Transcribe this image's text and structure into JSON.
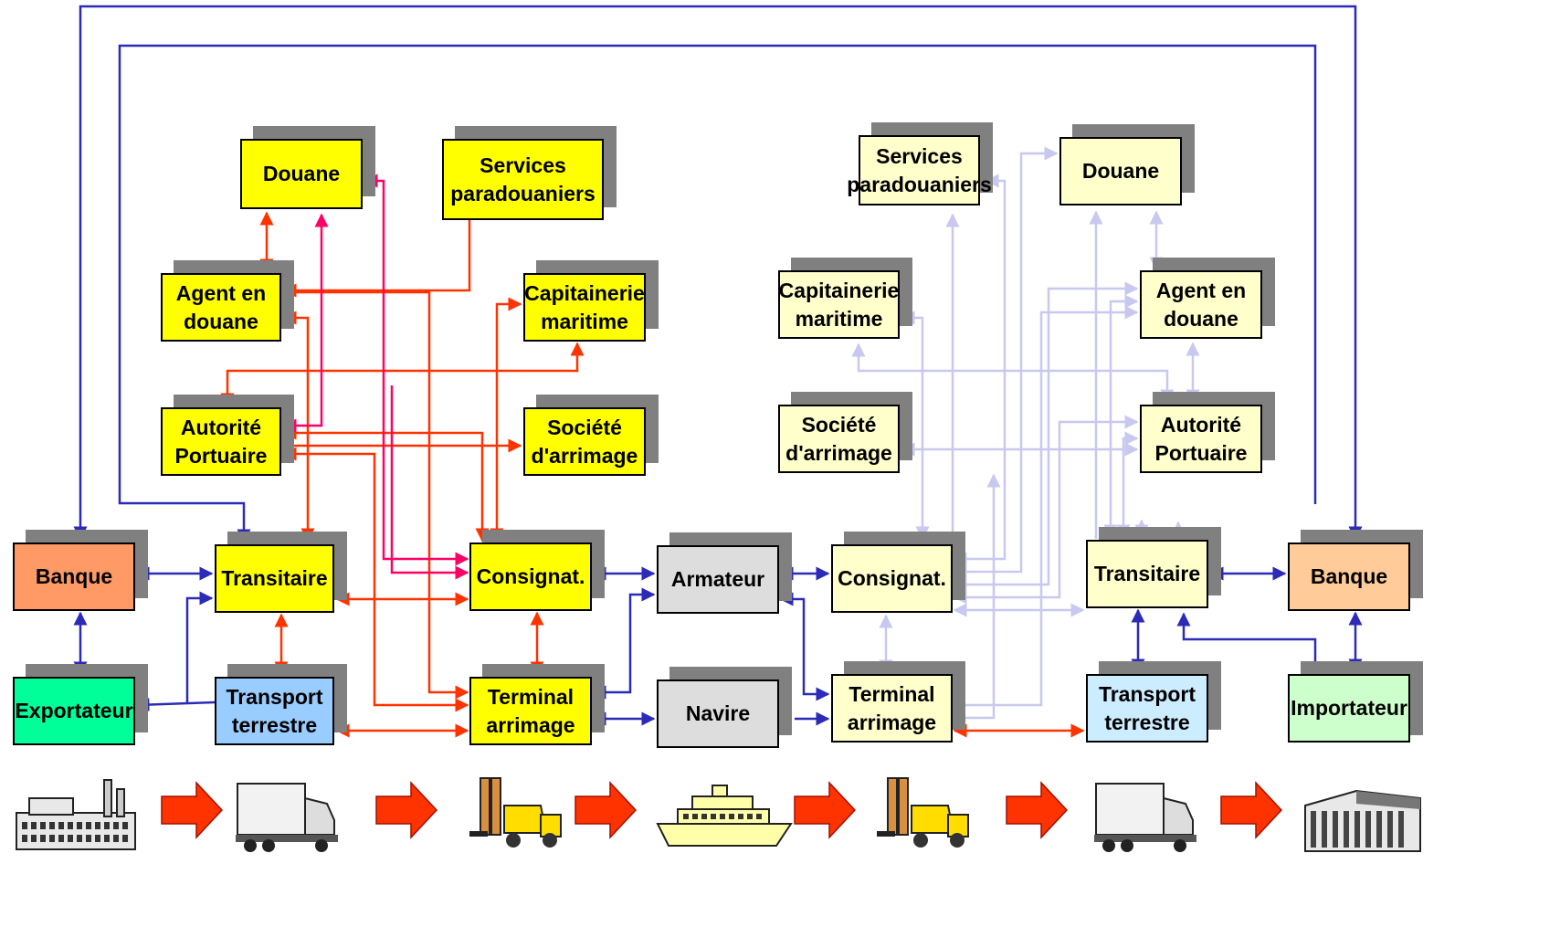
{
  "colors": {
    "yellow": "#ffff00",
    "pale_yellow": "#ffffcc",
    "bank_left": "#ff9966",
    "bank_right": "#ffcc99",
    "exporter": "#00ff99",
    "transport_left": "#99ccff",
    "transport_right": "#ccecff",
    "importer": "#ccffcc",
    "grey": "#dddddd",
    "flow_blue": "#2b2bb8",
    "flow_red": "#ff3300",
    "flow_magenta": "#ff0066",
    "flow_lavender": "#c8c8f0",
    "process_arrow": "#ff3300"
  },
  "nodes": {
    "douane_l": "Douane",
    "services_l": "Services\nparadouaniers",
    "agent_l": "Agent  en\ndouane",
    "capit_l": "Capitainerie\nmaritime",
    "autorite_l": "Autorité\nPortuaire",
    "societe_l": "Société\nd'arrimage",
    "banque_l": "Banque",
    "transitaire_l": "Transitaire",
    "consignat_l": "Consignat.",
    "armateur": "Armateur",
    "exportateur": "Exportateur",
    "transport_l": "Transport\nterrestre",
    "terminal_l": "Terminal\narrimage",
    "navire": "Navire",
    "services_r": "Services\nparadouaniers",
    "douane_r": "Douane",
    "capit_r": "Capitainerie\nmaritime",
    "agent_r": "Agent  en\ndouane",
    "societe_r": "Société\nd'arrimage",
    "autorite_r": "Autorité\nPortuaire",
    "consignat_r": "Consignat.",
    "transitaire_r": "Transitaire",
    "banque_r": "Banque",
    "terminal_r": "Terminal\narrimage",
    "transport_r": "Transport\nterrestre",
    "importateur": "Importateur"
  },
  "process_chain": [
    "factory-icon",
    "truck-icon",
    "forklift-icon",
    "ship-icon",
    "forklift-icon",
    "truck-icon",
    "warehouse-icon"
  ]
}
